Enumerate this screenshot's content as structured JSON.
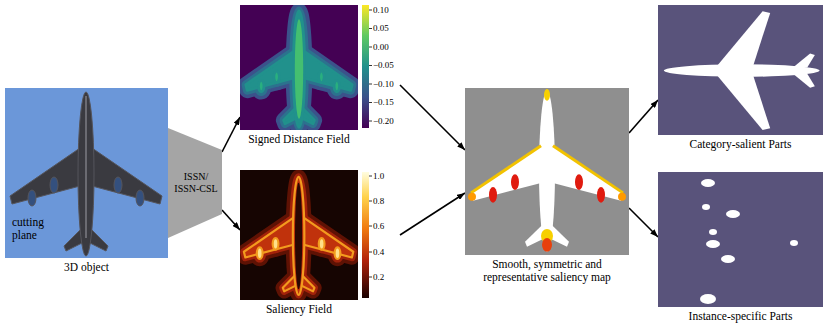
{
  "diagram": {
    "nodes": [
      {
        "text": [
          "cutting plane",
          "3D object"
        ]
      },
      {
        "text": [
          "ISSN/ ISSN-CSL"
        ]
      },
      {
        "text": [
          "Signed Distance Field"
        ]
      },
      {
        "text": [
          "Saliency Field"
        ]
      },
      {
        "text": [
          "Smooth, symmetric and representative saliency map"
        ]
      },
      {
        "text": [
          "Category-salient Parts"
        ]
      },
      {
        "text": [
          "Instance-specific Parts"
        ]
      }
    ],
    "edges": [
      {
        "from": 1,
        "to": 2,
        "arrow": "to"
      },
      {
        "from": 1,
        "to": 3,
        "arrow": "to"
      },
      {
        "from": 2,
        "to": 4,
        "arrow": "to"
      },
      {
        "from": 3,
        "to": 4,
        "arrow": "to"
      },
      {
        "from": 4,
        "to": 5,
        "arrow": "to"
      },
      {
        "from": 4,
        "to": 6,
        "arrow": "to"
      }
    ],
    "labels": [
      "0.10",
      "0.05",
      "0.00",
      "−0.05",
      "−0.10",
      "−0.15",
      "−0.20",
      "1.0",
      "0.8",
      "0.6",
      "0.4",
      "0.2"
    ]
  }
}
